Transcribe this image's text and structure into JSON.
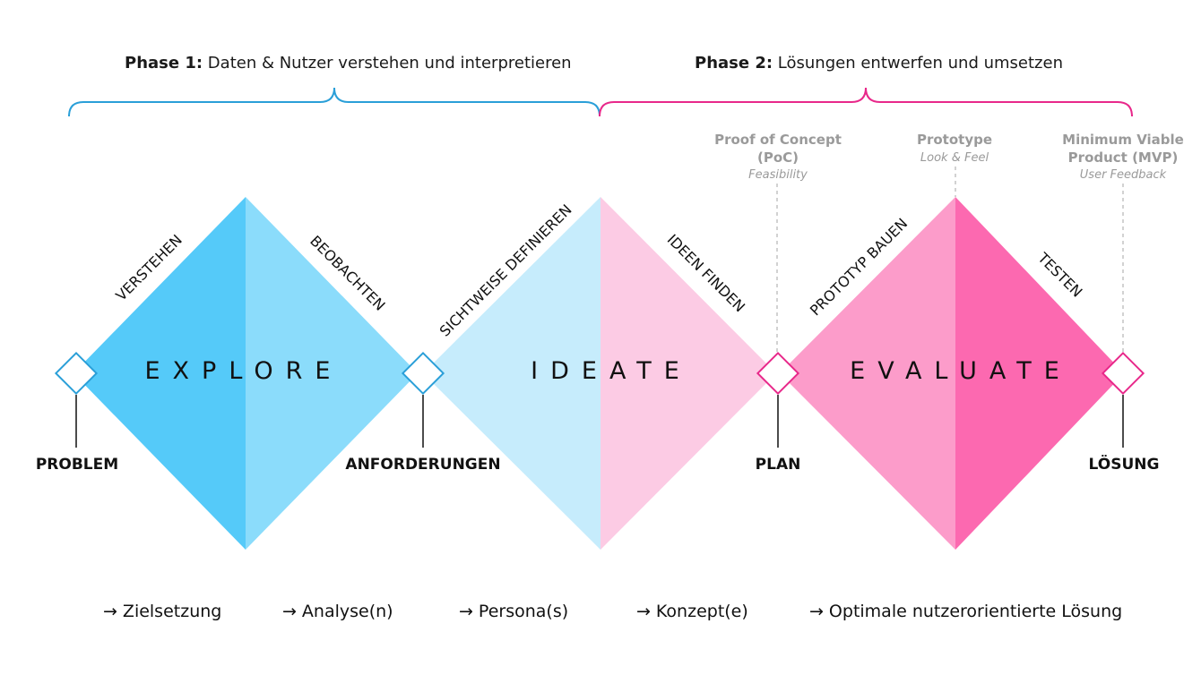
{
  "colors": {
    "phase1_brace": "#2a9fd8",
    "phase2_brace": "#e8288a",
    "explore_left": "#55caf9",
    "explore_right": "#8bdcfb",
    "ideate_left": "#c6ecfc",
    "ideate_right": "#fccbe4",
    "evaluate_left": "#fc9cca",
    "evaluate_right": "#fc69b0",
    "milestone_blue": "#2a9fd8",
    "milestone_pink": "#e8288a"
  },
  "phases": [
    {
      "bold": "Phase 1:",
      "text": " Daten & Nutzer verstehen und interpretieren"
    },
    {
      "bold": "Phase 2:",
      "text": " Lösungen entwerfen und umsetzen"
    }
  ],
  "stages": [
    {
      "name": "EXPLORE",
      "left_label": "VERSTEHEN",
      "right_label": "BEOBACHTEN"
    },
    {
      "name": "IDEATE",
      "left_label": "SICHTWEISE DEFINIEREN",
      "right_label": "IDEEN FINDEN"
    },
    {
      "name": "EVALUATE",
      "left_label": "PROTOTYP BAUEN",
      "right_label": "TESTEN"
    }
  ],
  "milestones": [
    "PROBLEM",
    "ANFORDERUNGEN",
    "PLAN",
    "LÖSUNG"
  ],
  "prototypes": [
    {
      "title_lines": [
        "Proof of Concept",
        "(PoC)"
      ],
      "subtitle": "Feasibility"
    },
    {
      "title_lines": [
        "Prototype"
      ],
      "subtitle": "Look & Feel"
    },
    {
      "title_lines": [
        "Minimum Viable",
        "Product (MVP)"
      ],
      "subtitle": "User Feedback"
    }
  ],
  "arrow_glyph": "→",
  "outcomes": [
    "Zielsetzung",
    "Analyse(n)",
    "Persona(s)",
    "Konzept(e)",
    "Optimale nutzerorientierte Lösung"
  ]
}
